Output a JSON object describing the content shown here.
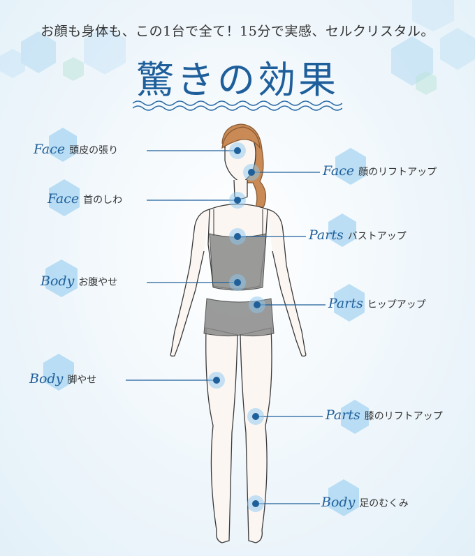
{
  "header": {
    "subtitle": "お顔も身体も、この1台で全て！15分で実感、セルクリスタル。",
    "title": "驚きの効果"
  },
  "colors": {
    "accent": "#1e5f9b",
    "hexagon": "#9fd0f0",
    "line": "#1f5f9a"
  },
  "effects": [
    {
      "category": "Face",
      "label": "頭皮の張り"
    },
    {
      "category": "Face",
      "label": "顔のリフトアップ"
    },
    {
      "category": "Face",
      "label": "首のしわ"
    },
    {
      "category": "Parts",
      "label": "バストアップ"
    },
    {
      "category": "Body",
      "label": "お腹やせ"
    },
    {
      "category": "Parts",
      "label": "ヒップアップ"
    },
    {
      "category": "Body",
      "label": "脚やせ"
    },
    {
      "category": "Parts",
      "label": "膝のリフトアップ"
    },
    {
      "category": "Body",
      "label": "足のむくみ"
    }
  ]
}
